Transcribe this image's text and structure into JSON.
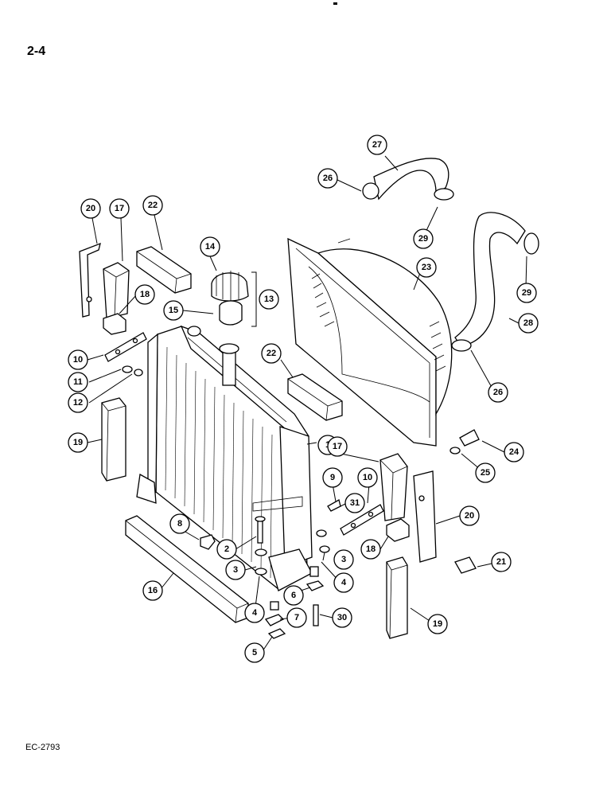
{
  "page": {
    "section_number": "2-4",
    "figure_code": "EC-2793"
  },
  "callouts": [
    {
      "id": "c1",
      "label": "1"
    },
    {
      "id": "c2",
      "label": "2"
    },
    {
      "id": "c3a",
      "label": "3"
    },
    {
      "id": "c3b",
      "label": "3"
    },
    {
      "id": "c4a",
      "label": "4"
    },
    {
      "id": "c4b",
      "label": "4"
    },
    {
      "id": "c5",
      "label": "5"
    },
    {
      "id": "c6",
      "label": "6"
    },
    {
      "id": "c7",
      "label": "7"
    },
    {
      "id": "c8",
      "label": "8"
    },
    {
      "id": "c9",
      "label": "9"
    },
    {
      "id": "c10a",
      "label": "10"
    },
    {
      "id": "c10b",
      "label": "10"
    },
    {
      "id": "c11",
      "label": "11"
    },
    {
      "id": "c12",
      "label": "12"
    },
    {
      "id": "c13",
      "label": "13"
    },
    {
      "id": "c14",
      "label": "14"
    },
    {
      "id": "c15",
      "label": "15"
    },
    {
      "id": "c16",
      "label": "16"
    },
    {
      "id": "c17a",
      "label": "17"
    },
    {
      "id": "c17b",
      "label": "17"
    },
    {
      "id": "c18a",
      "label": "18"
    },
    {
      "id": "c18b",
      "label": "18"
    },
    {
      "id": "c19a",
      "label": "19"
    },
    {
      "id": "c19b",
      "label": "19"
    },
    {
      "id": "c20a",
      "label": "20"
    },
    {
      "id": "c20b",
      "label": "20"
    },
    {
      "id": "c21",
      "label": "21"
    },
    {
      "id": "c22a",
      "label": "22"
    },
    {
      "id": "c22b",
      "label": "22"
    },
    {
      "id": "c23",
      "label": "23"
    },
    {
      "id": "c24",
      "label": "24"
    },
    {
      "id": "c25",
      "label": "25"
    },
    {
      "id": "c26a",
      "label": "26"
    },
    {
      "id": "c26b",
      "label": "26"
    },
    {
      "id": "c27",
      "label": "27"
    },
    {
      "id": "c28",
      "label": "28"
    },
    {
      "id": "c29a",
      "label": "29"
    },
    {
      "id": "c29b",
      "label": "29"
    },
    {
      "id": "c30",
      "label": "30"
    },
    {
      "id": "c31",
      "label": "31"
    }
  ]
}
